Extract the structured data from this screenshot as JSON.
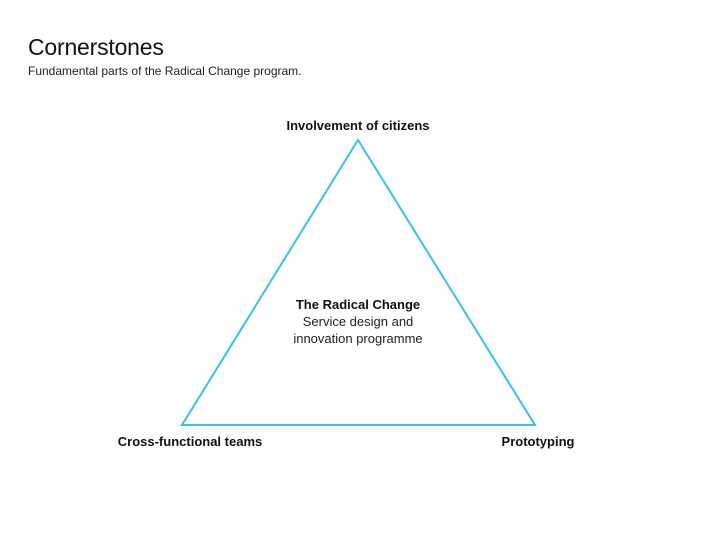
{
  "header": {
    "title": "Cornerstones",
    "subtitle": "Fundamental parts of the Radical Change program."
  },
  "diagram": {
    "vertices": {
      "top": "Involvement of citizens",
      "left": "Cross-functional teams",
      "right": "Prototyping"
    },
    "center": {
      "title": "The Radical Change",
      "line1": "Service design and",
      "line2": "innovation programme"
    },
    "colors": {
      "stroke": "#3cc0e8",
      "text": "#111111"
    }
  }
}
